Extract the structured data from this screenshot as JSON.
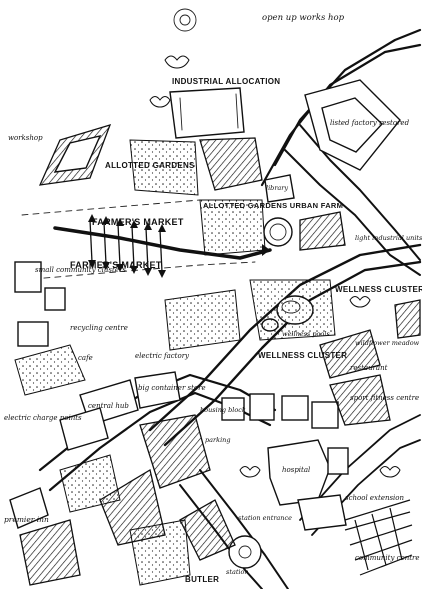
{
  "sheet": {
    "labels": {
      "open_workshop": "open up works hop",
      "industrial_allocation": "INDUSTRIAL ALLOCATION",
      "allotted_gardens": "ALLOTTED GARDENS",
      "allotted_gardens_urban_farm": "ALLOTTED GARDENS URBAN FARM",
      "farmers_market_1": "FARMER'S MARKET",
      "farmers_market_2": "FARMER'S MARKET",
      "wellness_cluster_1": "WELLNESS CLUSTER",
      "wellness_cluster_2": "WELLNESS CLUSTER",
      "small_community_clusters": "small community clusters",
      "recycling_centre": "recycling centre",
      "electric_charge_points": "electric charge points",
      "premier_inn": "premier inn",
      "butler": "BUTLER",
      "community_centre": "community centre",
      "school_extension": "school extension",
      "restaurant": "restaurant",
      "cafe": "cafe",
      "workshop": "workshop",
      "central_hub": "central hub",
      "big_container_store": "big container store",
      "electric_factory": "electric factory",
      "library": "library",
      "wellness_pools": "wellness pools",
      "sport_fitness_centre": "sport fitness centre",
      "housing_block": "housing block",
      "hospital": "hospital",
      "station": "station",
      "station_entrance": "station entrance",
      "listed_factory_restored": "listed factory restored",
      "light_industrial_units": "light industrial units",
      "wildflower_meadow": "wildflower meadow",
      "parking": "parking"
    }
  }
}
